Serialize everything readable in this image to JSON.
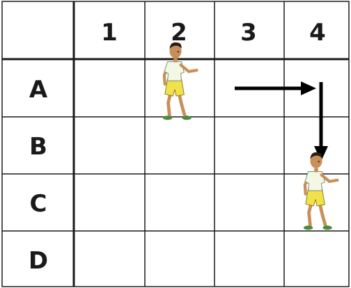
{
  "columns": [
    "1",
    "2",
    "3",
    "4"
  ],
  "rows": [
    "A",
    "B",
    "C",
    "D"
  ],
  "figures": [
    {
      "name": "walking-boy-start",
      "row": "A",
      "column": "2"
    },
    {
      "name": "walking-boy-end",
      "row": "C",
      "column": "4"
    }
  ],
  "path": {
    "moves": [
      "right",
      "down"
    ],
    "color": "#000000"
  },
  "colors": {
    "grid_line": "#1a1a1a",
    "shirt": "#f2f7e6",
    "shorts": "#f2e24a",
    "skin": "#c98f5a",
    "hair": "#2b1d14",
    "shoes": "#4c8a3c"
  }
}
